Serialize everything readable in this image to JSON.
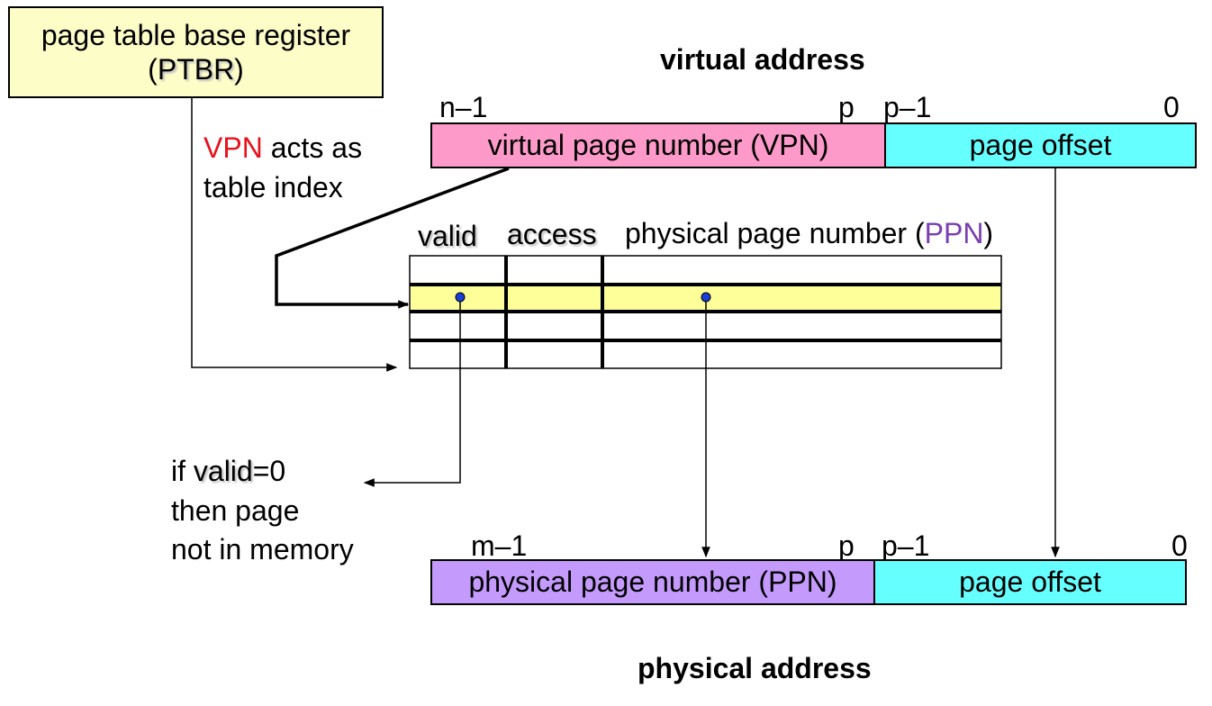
{
  "ptbr": {
    "line1": "page table base register",
    "open": "(",
    "name": "PTBR",
    "close": ")"
  },
  "virtual_address": {
    "title": "virtual address",
    "bit_hi": "n–1",
    "bit_p": "p",
    "bit_p1": "p–1",
    "bit_0": "0",
    "vpn_label": "virtual page number (VPN)",
    "offset_label": "page offset"
  },
  "vpn_note": {
    "vpn": "VPN",
    "rest1": " acts as",
    "line2": "table index"
  },
  "page_table": {
    "col_valid": "valid",
    "col_access": "access",
    "col_ppn_pre": "physical page number (",
    "col_ppn_name": "PPN",
    "col_ppn_post": ")"
  },
  "valid_note": {
    "pre": "if ",
    "valid": "valid",
    "post": "=0",
    "line2": "then page",
    "line3": "not in memory"
  },
  "physical_address": {
    "title": "physical address",
    "bit_hi": "m–1",
    "bit_p": "p",
    "bit_p1": "p–1",
    "bit_0": "0",
    "ppn_label": "physical page number (PPN)",
    "offset_label": "page offset"
  },
  "colors": {
    "ptbr_fill": "#fdfdc8",
    "vpn_fill": "#fd9ac9",
    "offset_fill": "#66ffff",
    "ppn_fill": "#c49bfd",
    "row_highlight": "#ffff99",
    "vpn_text": "#e8111c",
    "ppn_text": "#7a3fb0",
    "dot": "#1a3fd8"
  }
}
